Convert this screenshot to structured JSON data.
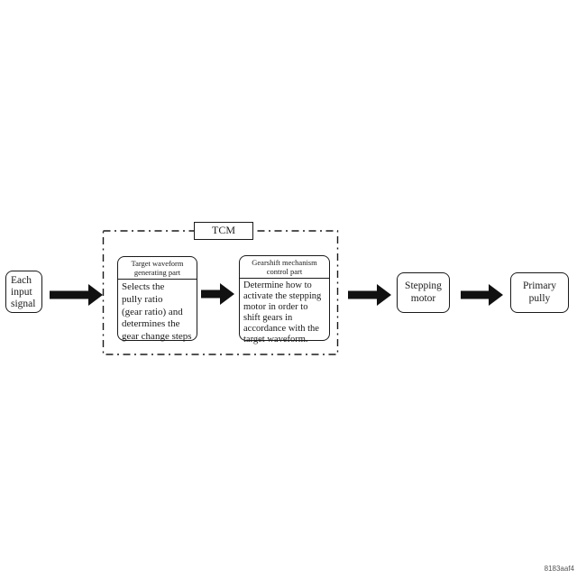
{
  "colors": {
    "ink": "#1a1a1a",
    "arrow": "#111111",
    "background": "#ffffff",
    "footnote_text": "#555555"
  },
  "nodes": {
    "input": {
      "text": "Each\ninput\nsignal"
    },
    "stepping_motor": {
      "text": "Stepping\nmotor"
    },
    "primary_pully": {
      "text": "Primary\npully"
    }
  },
  "tcm": {
    "label": "TCM",
    "target_waveform_part": {
      "header": "Target waveform\ngenerating part",
      "body": "Selects the\npully ratio\n(gear ratio) and\ndetermines the\ngear change steps"
    },
    "gearshift_part": {
      "header": "Gearshift mechanism\ncontrol part",
      "body": "Determine how to\nactivate the stepping\nmotor in order to\nshift gears in\naccordance with the\ntarget waveform."
    }
  },
  "footnote": "8183aaf4"
}
